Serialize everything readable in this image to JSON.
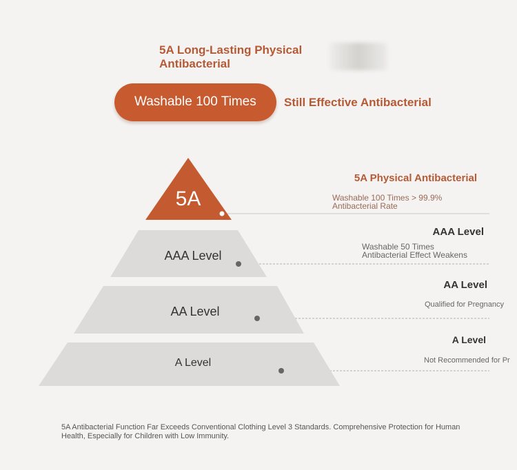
{
  "header": {
    "headline": "5A Long-Lasting Physical Antibacterial",
    "pill_text": "Washable 100 Times",
    "pill_suffix": "Still Effective Antibacterial"
  },
  "pyramid": {
    "tiers": [
      {
        "label": "5A"
      },
      {
        "label": "AAA Level"
      },
      {
        "label": "AA Level"
      },
      {
        "label": "A Level"
      }
    ]
  },
  "callouts": [
    {
      "title": "5A Physical Antibacterial",
      "desc_line1": "Washable 100 Times > 99.9%",
      "desc_line2": "Antibacterial Rate"
    },
    {
      "title": "AAA Level",
      "desc_line1": "Washable 50 Times",
      "desc_line2": "Antibacterial Effect Weakens"
    },
    {
      "title": "AA Level",
      "desc_line1": "Qualified for Pregnancy",
      "desc_line2": ""
    },
    {
      "title": "A Level",
      "desc_line1": "Not Recommended for Pr",
      "desc_line2": ""
    }
  ],
  "footer": {
    "text": "5A Antibacterial Function Far Exceeds Conventional Clothing Level 3 Standards. Comprehensive Protection for Human Health, Especially for Children with Low Immunity."
  },
  "colors": {
    "accent": "#c85a30",
    "tier_gray": "#dcdbd9",
    "background": "#f4f3f2"
  }
}
